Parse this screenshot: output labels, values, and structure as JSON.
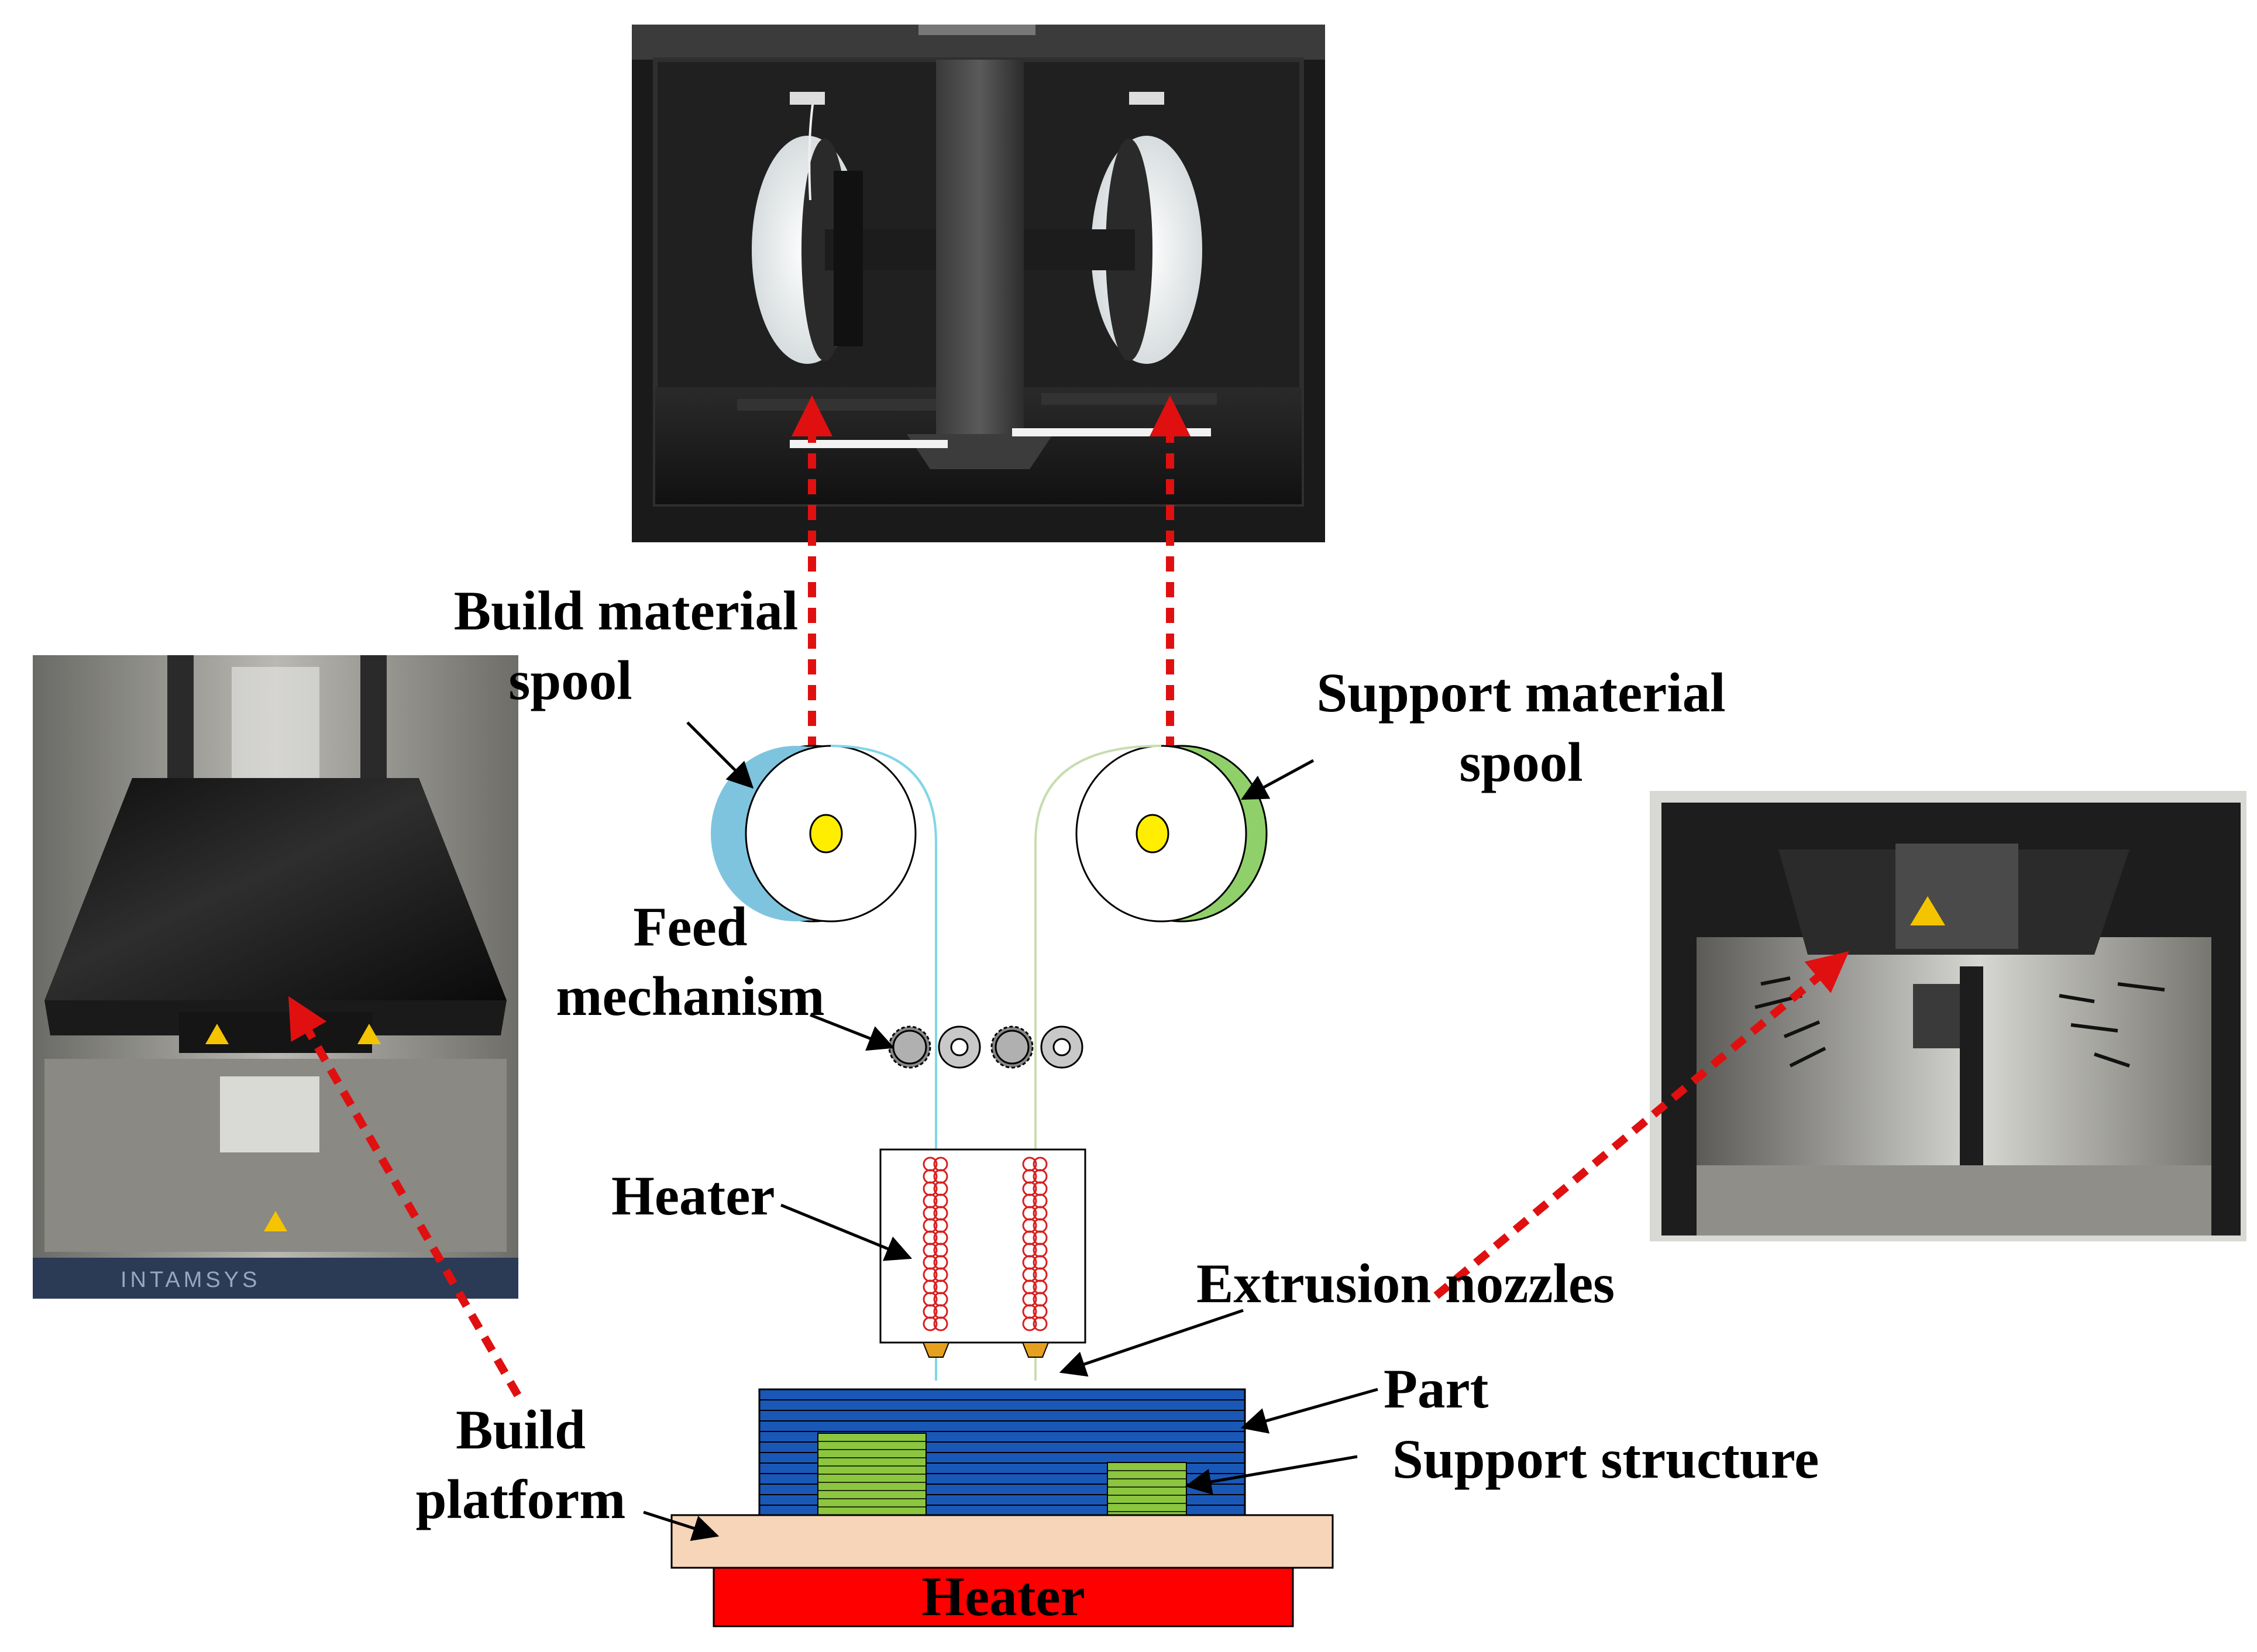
{
  "labels": {
    "build_material_spool": [
      "Build material",
      "spool"
    ],
    "support_material_spool": [
      "Support material",
      "spool"
    ],
    "feed_mechanism": [
      "Feed",
      "mechanism"
    ],
    "heater_head": "Heater",
    "extrusion_nozzles": "Extrusion nozzles",
    "part": "Part",
    "support_structure": "Support structure",
    "build_platform": [
      "Build",
      "platform"
    ],
    "heater_bed": "Heater"
  },
  "photos": {
    "printer_plate_brand": "INTAMSYS"
  },
  "colors": {
    "leader_arrow": "#e01010",
    "part_fill": "#1a58b8",
    "support_fill": "#8cc63f",
    "platform_fill": "#f7d5b8",
    "heater_bed_fill": "#ff0000",
    "spool_core": "#ffee00",
    "build_filament": "#7fd6e6",
    "support_filament": "#c7ddb0",
    "heating_coil": "#d81f1f",
    "nozzle": "#e6a020"
  }
}
